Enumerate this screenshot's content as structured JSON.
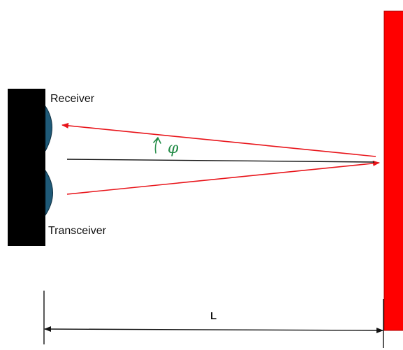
{
  "labels": {
    "receiver": "Receiver",
    "transceiver": "Transceiver",
    "distance": "L"
  },
  "annotations": {
    "handwritten": "φ"
  },
  "colors": {
    "device_body": "#000000",
    "lens": "#1f5a78",
    "lens_outline": "#0d2e40",
    "reflector": "#ff0000",
    "beam": "#e8141a",
    "centerline": "#111111",
    "handwriting": "#1f8a44",
    "dimension_line": "#111111"
  }
}
